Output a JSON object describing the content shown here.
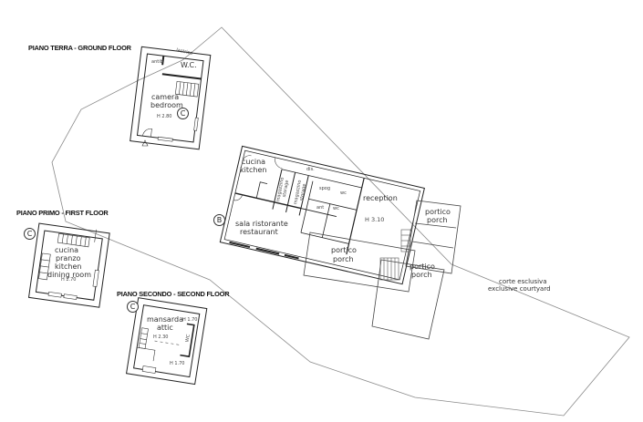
{
  "floors": {
    "ground": {
      "title": "PIANO TERRA - GROUND FLOOR",
      "marker": "C",
      "rooms": {
        "camera": "camera",
        "bedroom": "bedroom",
        "wc": "W.C.",
        "antibagno": "antib",
        "height": "H 2.80",
        "lastrico": "lastrico"
      }
    },
    "first": {
      "title": "PIANO PRIMO - FIRST FLOOR",
      "marker": "C",
      "rooms": {
        "l1": "cucina",
        "l2": "pranzo",
        "l3": "kitchen",
        "l4": "dining room",
        "height": "H 2.70"
      }
    },
    "second": {
      "title": "PIANO SECONDO - SECOND FLOOR",
      "marker": "C",
      "rooms": {
        "l1": "mansarda",
        "l2": "attic",
        "wc": "WC",
        "h_top": "H 1.70",
        "h_mid": "H 2.30",
        "h_bot": "H 1.70"
      }
    }
  },
  "main_building": {
    "marker": "B",
    "rooms": {
      "cucina": "cucina",
      "kitchen": "kitchen",
      "magazzino1": "magazzino",
      "storage1": "storage",
      "magazzino2": "magazzino",
      "storage2": "storage",
      "dis": "dis.",
      "spog": "spog",
      "wc1": "wc",
      "wc2": "wc",
      "ant": "ant",
      "sala": "sala ristorante",
      "restaurant": "restaurant",
      "reception": "reception",
      "reception_height": "H 3.10",
      "portico1_a": "portico",
      "portico1_b": "porch",
      "portico2_a": "portico",
      "portico2_b": "porch",
      "portico3_a": "portico",
      "portico3_b": "porch"
    }
  },
  "courtyard": {
    "l1": "corte esclusiva",
    "l2": "exclusive courtyard"
  },
  "colors": {
    "line": "#222222",
    "outline": "#8a8a8a",
    "background": "#ffffff"
  }
}
